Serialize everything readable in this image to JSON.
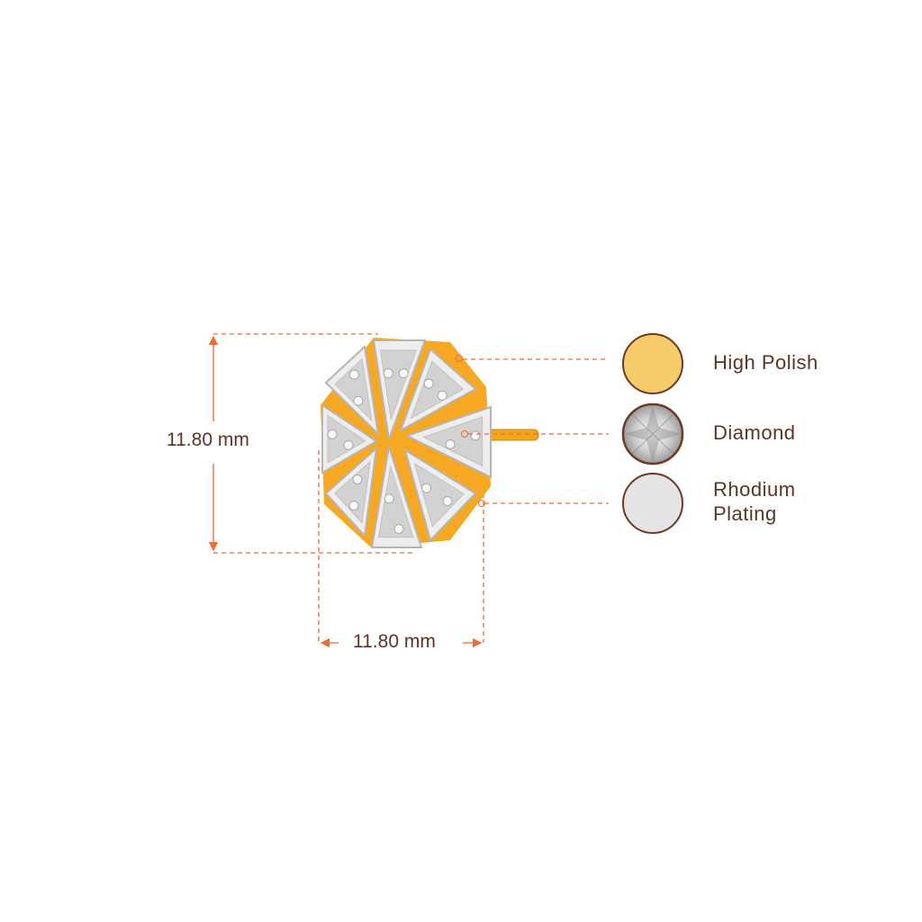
{
  "dimensions": {
    "height_label": "11.80 mm",
    "width_label": "11.80 mm"
  },
  "legend": [
    {
      "label": "High Polish",
      "swatch": "gold",
      "color": "#f6cb6a"
    },
    {
      "label": "Diamond",
      "swatch": "diamond",
      "color": "#e6e6e6"
    },
    {
      "label": "Rhodium Plating",
      "label_line1": "Rhodium",
      "label_line2": "Plating",
      "swatch": "rhodium",
      "color": "#e4e4e4"
    }
  ],
  "colors": {
    "dimension_line": "#f06a35",
    "text": "#5b3425",
    "swatch_border": "#6b3a25",
    "gold": "#f7a823",
    "silver": "#d8d8d8"
  }
}
